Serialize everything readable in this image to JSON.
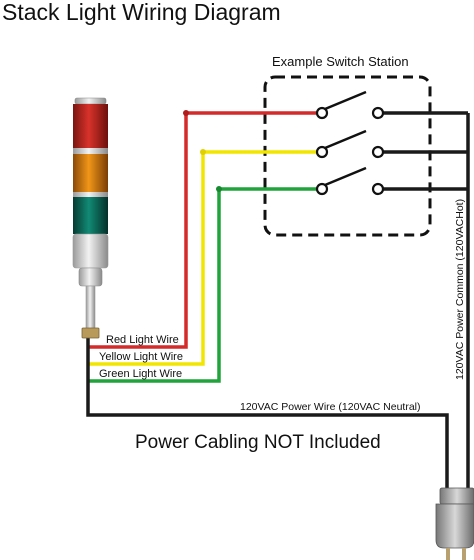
{
  "title": "Stack Light Wiring Diagram",
  "switch_station_label": "Example Switch Station",
  "wires": {
    "red": "Red Light Wire",
    "yellow": "Yellow Light Wire",
    "green": "Green Light Wire",
    "neutral": "120VAC Power Wire (120VAC Neutral)",
    "hot": "120VAC Power Common (120VACHot)"
  },
  "footer_note": "Power Cabling NOT Included",
  "colors": {
    "red_wire": "#d42a2a",
    "yellow_wire": "#f2e600",
    "green_wire": "#1fa33a",
    "black_wire": "#1a1a1a",
    "lens_red": "#c8281e",
    "lens_amber": "#e8820a",
    "lens_green": "#0b6b5c"
  }
}
